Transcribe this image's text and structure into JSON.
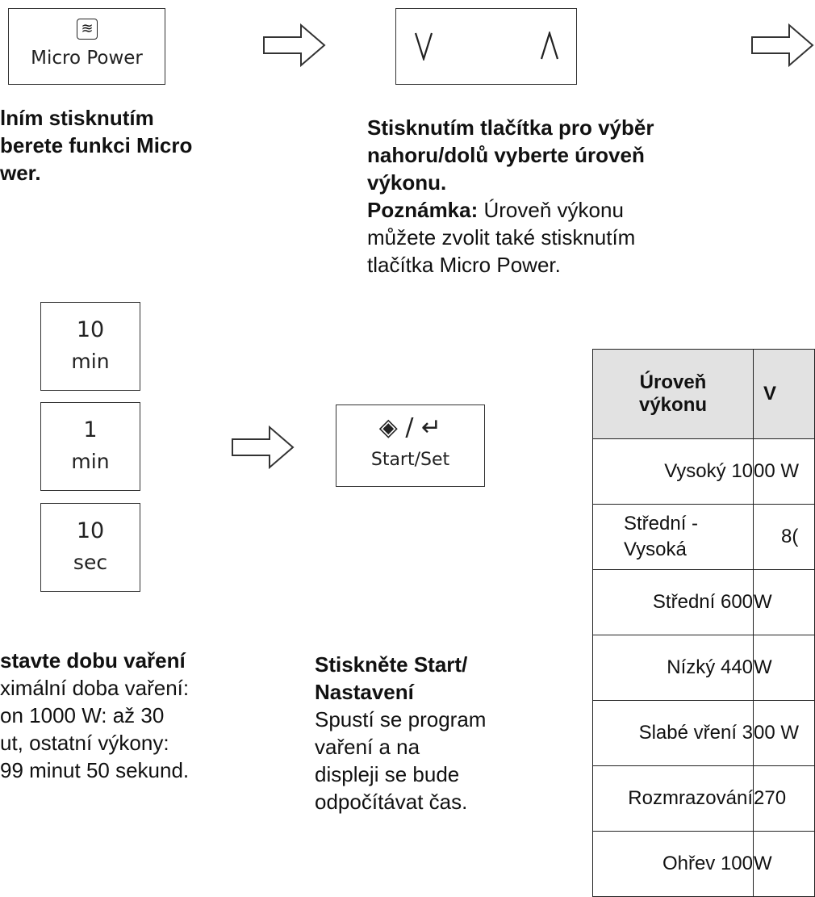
{
  "step1": {
    "key_label": "Micro Power",
    "key_icon": "microwave-waves-icon",
    "text_lines": [
      "lním stisknutím",
      "berete funkci Micro",
      "wer."
    ]
  },
  "step2": {
    "key_down": "V",
    "key_up": "Λ",
    "title_lines": [
      "Stisknutím tlačítka pro výběr",
      "nahoru/dolů vyberte úroveň",
      "výkonu."
    ],
    "note_label": "Poznámka:",
    "note_rest": " Úroveň výkonu",
    "note_lines": [
      "můžete zvolit také stisknutím",
      "tlačítka Micro Power."
    ]
  },
  "time_keys": [
    {
      "value": "10",
      "unit": "min"
    },
    {
      "value": "1",
      "unit": "min"
    },
    {
      "value": "10",
      "unit": "sec"
    }
  ],
  "step3": {
    "title": "stavte dobu vaření",
    "lines": [
      "ximální doba vaření:",
      "on 1000 W: až 30",
      "ut, ostatní výkony:",
      "99 minut 50 sekund."
    ]
  },
  "step4": {
    "key_symbol": "◈ / ↵",
    "key_label": "Start/Set",
    "title_lines": [
      "Stiskněte Start/",
      "Nastavení"
    ],
    "lines": [
      "Spustí se program",
      "vaření a na",
      "displeji se bude",
      "odpočítávat čas."
    ]
  },
  "table": {
    "header_col1": [
      "Úroveň",
      "výkonu"
    ],
    "header_col2": "V",
    "rows": [
      {
        "level": "Vysoký 10",
        "power": "00 W"
      },
      {
        "level": "Střední -\nVysoká",
        "power": "8("
      },
      {
        "level": "Střední 600",
        "power": "W"
      },
      {
        "level": "Nízký 440",
        "power": "W"
      },
      {
        "level": "Slabé vření 3",
        "power": "00 W"
      },
      {
        "level": "Rozmrazování",
        "power": "270"
      },
      {
        "level": "Ohřev 100",
        "power": "W"
      }
    ]
  }
}
